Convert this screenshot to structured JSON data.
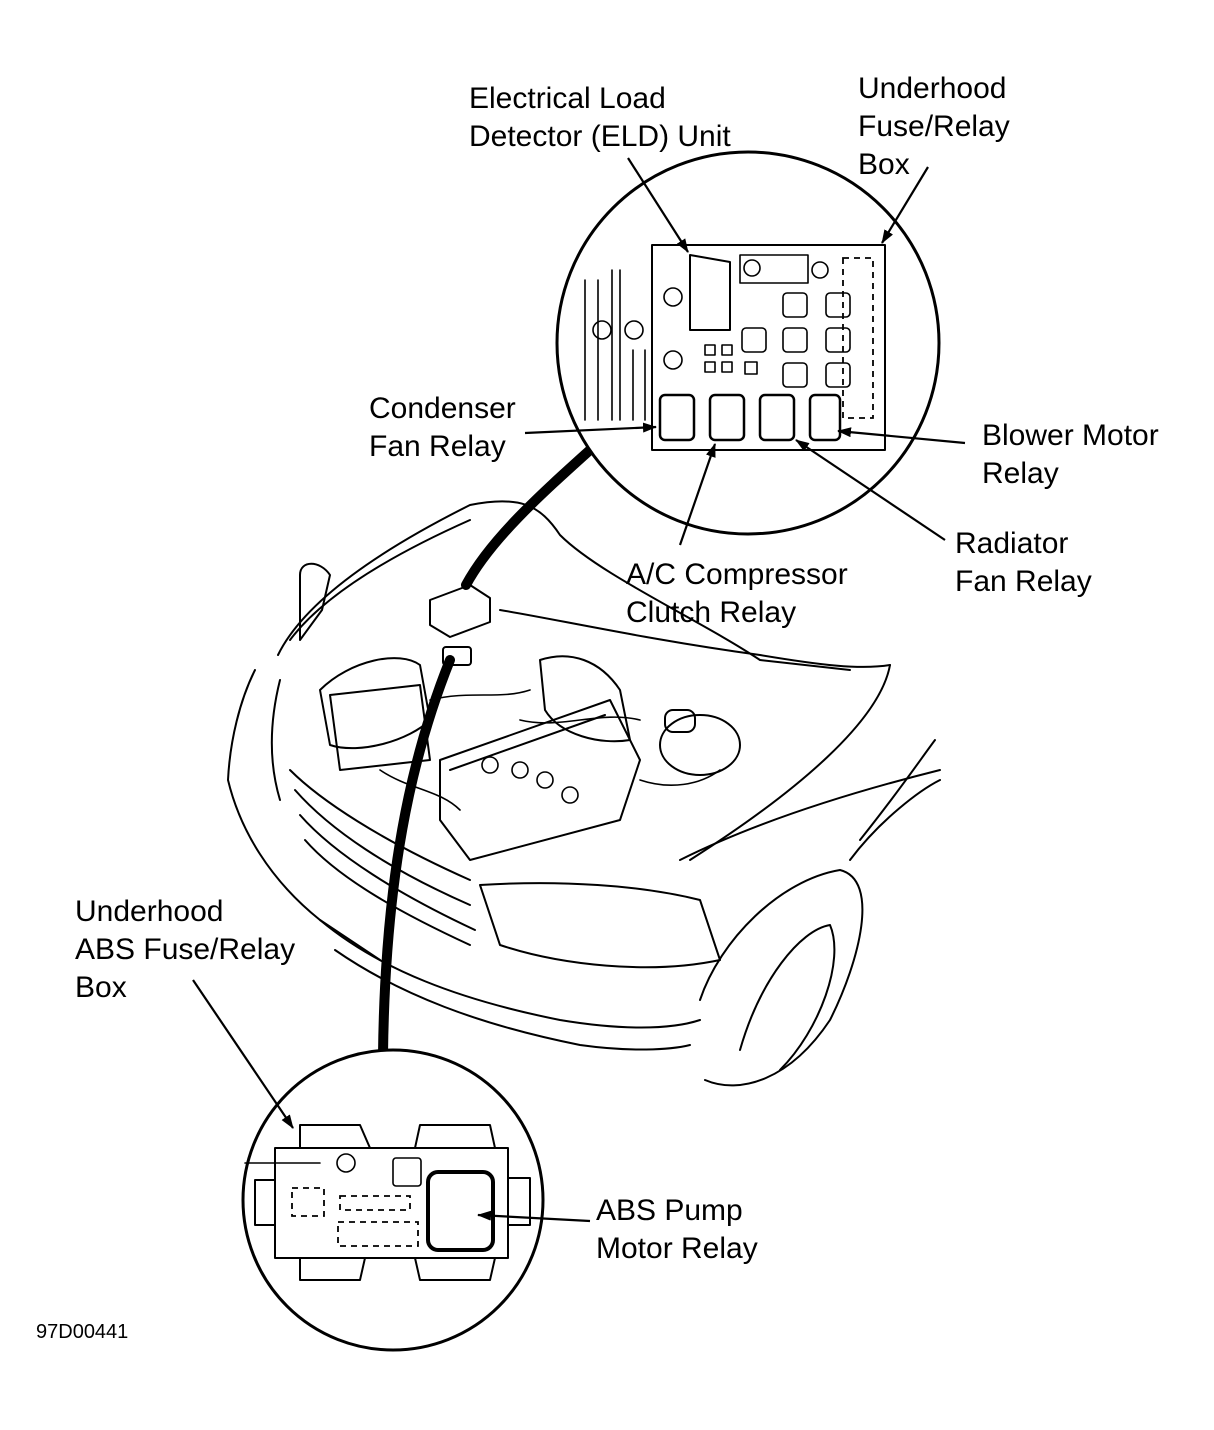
{
  "labels": {
    "eld_unit": [
      "Electrical Load",
      "Detector (ELD) Unit"
    ],
    "underhood_box": [
      "Underhood",
      "Fuse/Relay",
      "Box"
    ],
    "condenser_relay": [
      "Condenser",
      "Fan Relay"
    ],
    "blower_relay": [
      "Blower Motor",
      "Relay"
    ],
    "radiator_relay": [
      "Radiator",
      "Fan Relay"
    ],
    "ac_relay": [
      "A/C Compressor",
      "Clutch Relay"
    ],
    "abs_box": [
      "Underhood",
      "ABS Fuse/Relay",
      "Box"
    ],
    "abs_pump_relay": [
      "ABS Pump",
      "Motor Relay"
    ]
  },
  "figure_code": "97D00441"
}
